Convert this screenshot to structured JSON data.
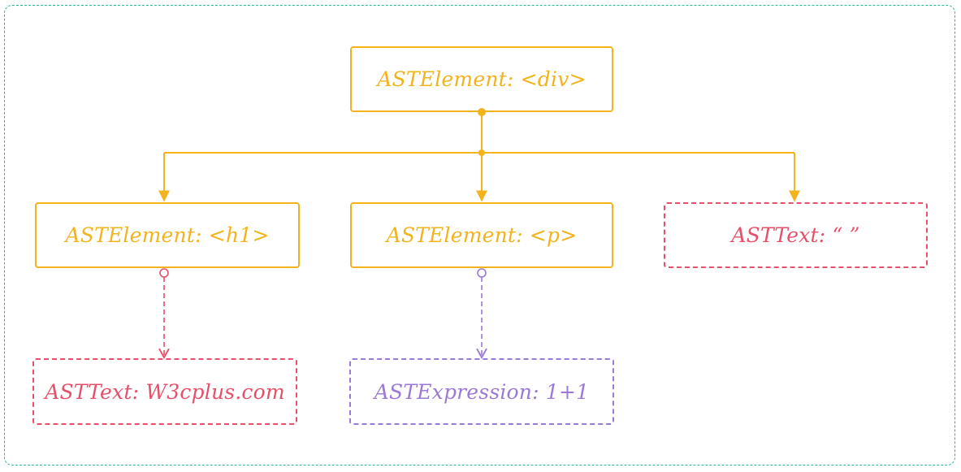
{
  "diagram": {
    "colors": {
      "frame": "#26b5a0",
      "element": "#f2b31c",
      "text": "#e5506a",
      "expression": "#9b79d6"
    },
    "nodes": {
      "root": {
        "label": "ASTElement: <div>"
      },
      "h1": {
        "label": "ASTElement: <h1>"
      },
      "p": {
        "label": "ASTElement: <p>"
      },
      "text_blank": {
        "label": "ASTText: “ ”"
      },
      "text_w3cplus": {
        "label": "ASTText: W3cplus.com"
      },
      "expression": {
        "label": "ASTExpression: 1+1"
      }
    }
  }
}
